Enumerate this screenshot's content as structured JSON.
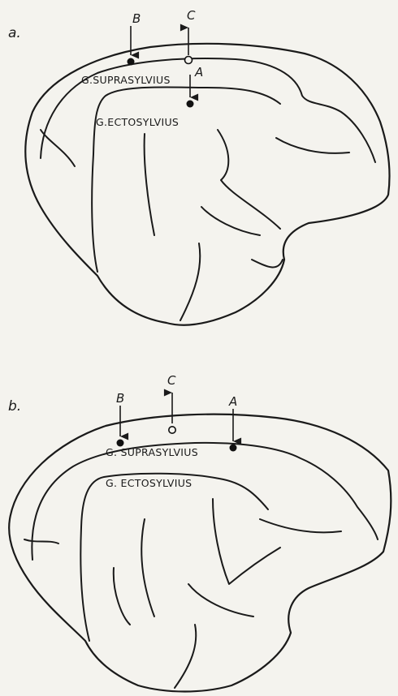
{
  "panels": [
    {
      "id": "a",
      "label": "a.",
      "gyri": [
        "G.SUPRASYLVIUS",
        "G.ECTOSYLVIUS"
      ],
      "points": [
        {
          "label": "B",
          "marker": "filled",
          "arrow": "down"
        },
        {
          "label": "C",
          "marker": "open",
          "arrow": "up"
        },
        {
          "label": "A",
          "marker": "filled",
          "arrow": "down"
        }
      ]
    },
    {
      "id": "b",
      "label": "b.",
      "gyri": [
        "G. SUPRASYLVIUS",
        "G. ECTOSYLVIUS"
      ],
      "points": [
        {
          "label": "B",
          "marker": "filled",
          "arrow": "down"
        },
        {
          "label": "C",
          "marker": "open",
          "arrow": "up"
        },
        {
          "label": "A",
          "marker": "filled",
          "arrow": "down"
        }
      ]
    }
  ]
}
